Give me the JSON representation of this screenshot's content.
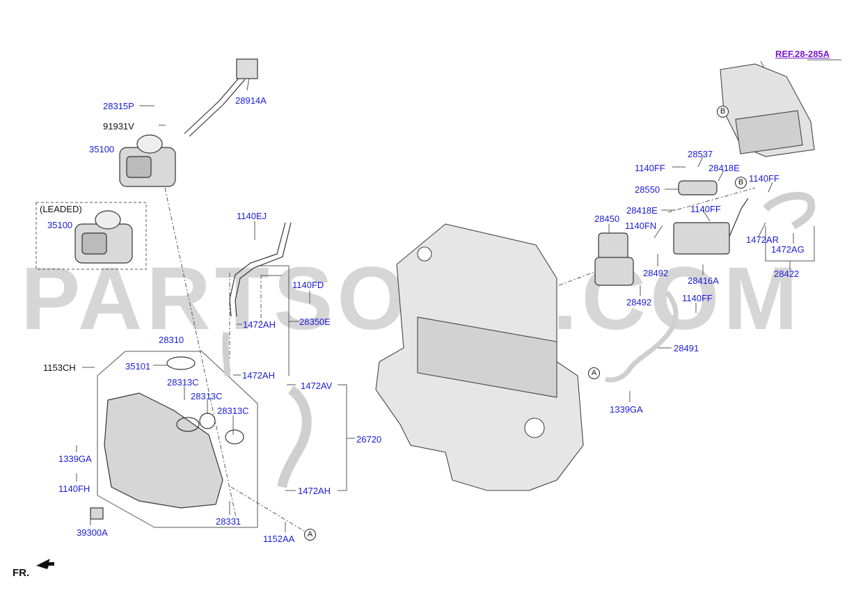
{
  "watermark": "PARTSOUQ.COM",
  "reference": "REF.28-285A",
  "front": "FR.",
  "callouts": {
    "a": "A",
    "b": "B"
  },
  "labels": {
    "p28914A": "28914A",
    "p28315P": "28315P",
    "p91931V": "91931V",
    "p35100": "35100",
    "leaded": "(LEADED)",
    "p35100_leaded": "35100",
    "p1140EJ": "1140EJ",
    "p1140FD": "1140FD",
    "p1472AH_1": "1472AH",
    "p28350E": "28350E",
    "p1472AH_2": "1472AH",
    "p28310": "28310",
    "p1153CH": "1153CH",
    "p35101": "35101",
    "p28313C_1": "28313C",
    "p28313C_2": "28313C",
    "p28313C_3": "28313C",
    "p1472AV": "1472AV",
    "p26720": "26720",
    "p1339GA_1": "1339GA",
    "p1140FH": "1140FH",
    "p1472AH_3": "1472AH",
    "p28331": "28331",
    "p39300A": "39300A",
    "p1152AA": "1152AA",
    "p28537": "28537",
    "p1140FF_1": "1140FF",
    "p28418E_1": "28418E",
    "p28550": "28550",
    "p1140FF_2": "1140FF",
    "p28418E_2": "28418E",
    "p1140FF_3": "1140FF",
    "p28450": "28450",
    "p1140FN": "1140FN",
    "p1472AR": "1472AR",
    "p1472AG": "1472AG",
    "p28492_1": "28492",
    "p28416A": "28416A",
    "p28422": "28422",
    "p28492_2": "28492",
    "p1140FF_4": "1140FF",
    "p28491": "28491",
    "p1339GA_2": "1339GA"
  }
}
